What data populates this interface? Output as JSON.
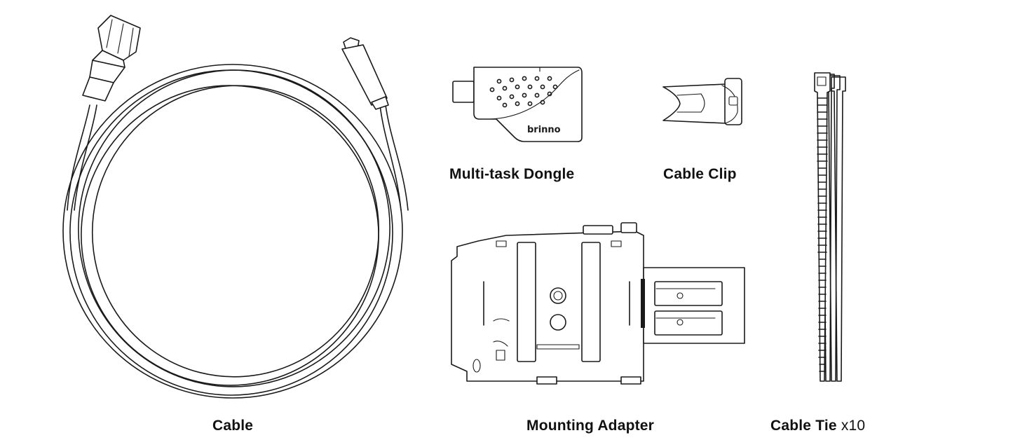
{
  "items": {
    "cable": {
      "label": "Cable"
    },
    "dongle": {
      "label": "Multi-task Dongle",
      "brand": "brinno"
    },
    "cable_clip": {
      "label": "Cable Clip"
    },
    "mounting_adapter": {
      "label": "Mounting Adapter"
    },
    "cable_tie": {
      "label": "Cable Tie",
      "quantity": "x10"
    }
  }
}
